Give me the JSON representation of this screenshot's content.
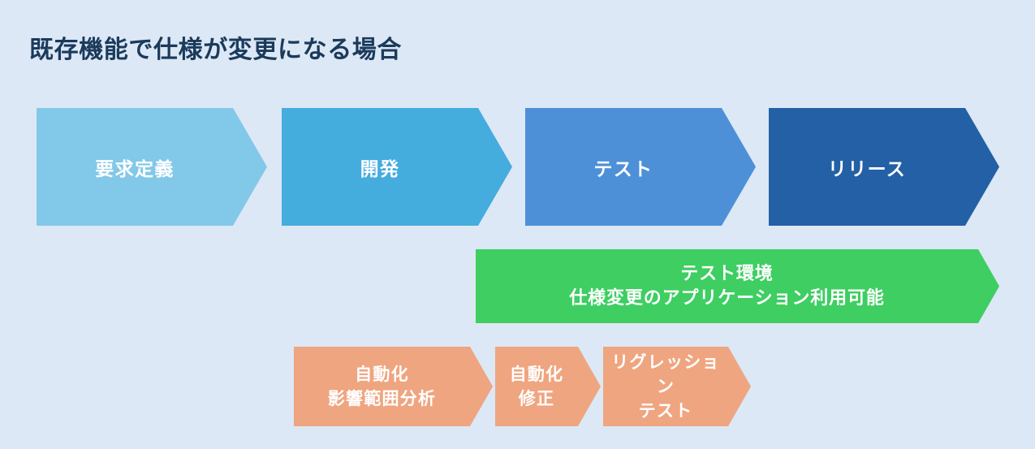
{
  "title": "既存機能で仕様が変更になる場合",
  "colors": {
    "background": "#DCE8F5",
    "title_text": "#1B3A5C",
    "stage_requirements": "#82C8E8",
    "stage_development": "#45ACDE",
    "stage_test": "#4D90D8",
    "stage_release": "#2360A5",
    "environment_banner": "#3ECE62",
    "automation_steps": "#EFA580",
    "arrow_text": "#FFFFFF"
  },
  "process_stages": [
    {
      "label": "要求定義"
    },
    {
      "label": "開発"
    },
    {
      "label": "テスト"
    },
    {
      "label": "リリース"
    }
  ],
  "environment_banner": {
    "line1": "テスト環境",
    "line2": "仕様変更のアプリケーション利用可能"
  },
  "automation_steps": [
    {
      "line1": "自動化",
      "line2": "影響範囲分析"
    },
    {
      "line1": "自動化",
      "line2": "修正"
    },
    {
      "line1": "リグレッション",
      "line2": "テスト"
    }
  ]
}
